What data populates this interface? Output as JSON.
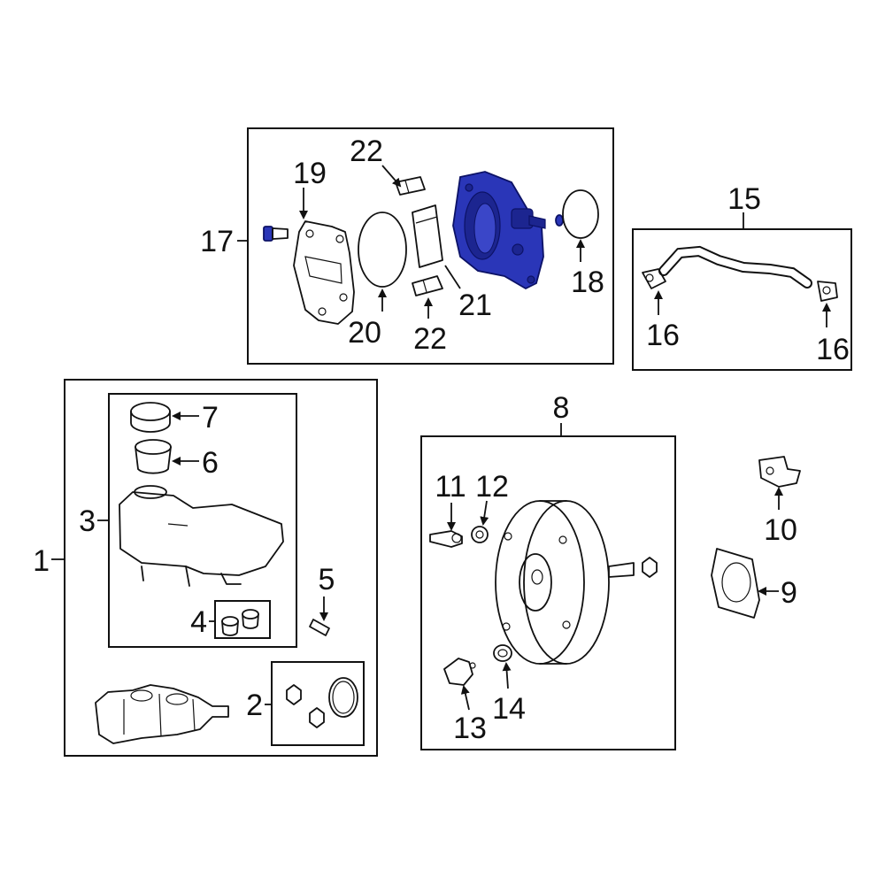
{
  "callouts": {
    "c1": "1",
    "c2": "2",
    "c3": "3",
    "c4": "4",
    "c5": "5",
    "c6": "6",
    "c7": "7",
    "c8": "8",
    "c9": "9",
    "c10": "10",
    "c11": "11",
    "c12": "12",
    "c13": "13",
    "c14": "14",
    "c15": "15",
    "c16a": "16",
    "c16b": "16",
    "c17": "17",
    "c18": "18",
    "c19": "19",
    "c20": "20",
    "c21": "21",
    "c22a": "22",
    "c22b": "22"
  },
  "colors": {
    "highlight": "#2a36b8",
    "line": "#111111",
    "background": "#ffffff"
  }
}
